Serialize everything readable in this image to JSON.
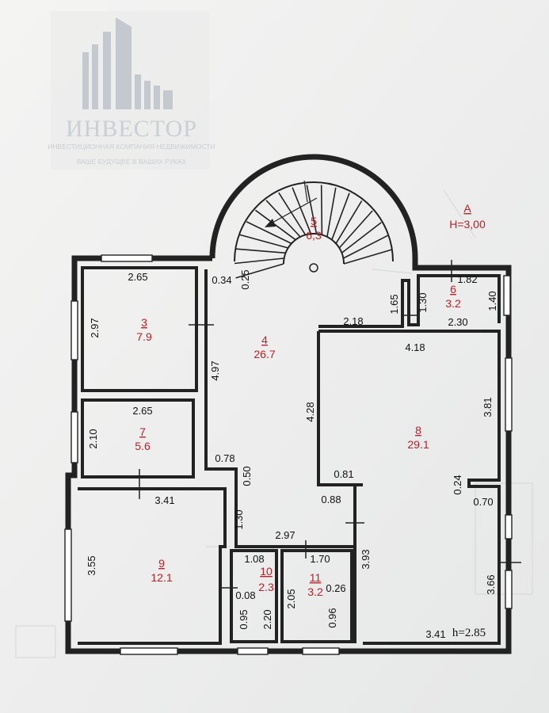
{
  "watermark": {
    "title": "ИНВЕСТОР",
    "subtitle": "ИНВЕСТИЦИОННАЯ КОМПАНИЯ НЕДВИЖИМОСТИ",
    "slogan": "ВАШЕ БУДУЩЕЕ В ВАШИХ РУКАХ"
  },
  "section": {
    "letter": "А",
    "height": "Н=3,00"
  },
  "ceiling_height": "h=2.85",
  "rooms": {
    "r3": {
      "num": "3",
      "area": "7.9"
    },
    "r4": {
      "num": "4",
      "area": "26.7"
    },
    "r5": {
      "num": "5",
      "area": "6,3"
    },
    "r6": {
      "num": "6",
      "area": "3.2"
    },
    "r7": {
      "num": "7",
      "area": "5.6"
    },
    "r8": {
      "num": "8",
      "area": "29.1"
    },
    "r9": {
      "num": "9",
      "area": "12.1"
    },
    "r10": {
      "num": "10",
      "area": "2.3"
    },
    "r11": {
      "num": "11",
      "area": "3.2"
    }
  },
  "dims": {
    "d3_w": "2.65",
    "d3_h": "2.97",
    "d7_w": "2.65",
    "d7_h": "2.10",
    "d9_w": "3.41",
    "d9_h": "3.55",
    "d4_034": "0.34",
    "d4_025": "0.25",
    "d4_497": "4.97",
    "d4_078": "0.78",
    "d4_050": "0.50",
    "d4_428": "4.28",
    "d4_218": "2.18",
    "d4_165": "1.65",
    "d4_130": "1.30",
    "d4_297": "2.97",
    "d6_182": "1.82",
    "d6_130": "1.30",
    "d6_140": "1.40",
    "d6_230": "2.30",
    "d8_418": "4.18",
    "d8_381": "3.81",
    "d8_081": "0.81",
    "d8_088": "0.88",
    "d8_024": "0.24",
    "d8_070": "0.70",
    "d8_393": "3.93",
    "d8_366": "3.66",
    "d8_341": "3.41",
    "d10_108": "1.08",
    "d10_008": "0.08",
    "d10_095": "0.95",
    "d10_220": "2.20",
    "d11_170": "1.70",
    "d11_205": "2.05",
    "d11_026": "0.26",
    "d11_096": "0.96"
  }
}
